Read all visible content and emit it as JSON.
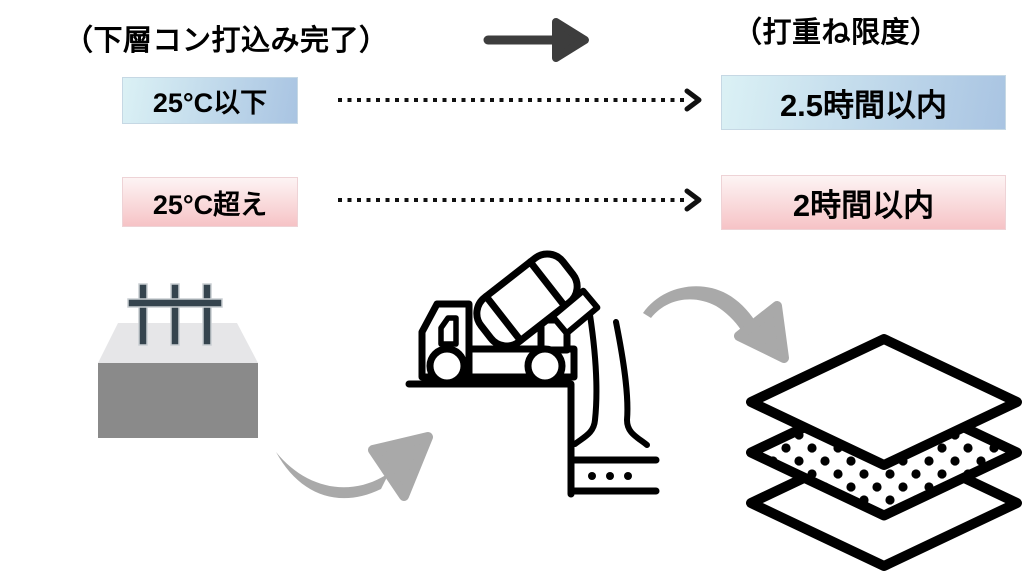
{
  "title_flow": {
    "left_label": "（下層コン打込み完了）",
    "right_label": "（打重ね限度）"
  },
  "limits": {
    "rows": [
      {
        "condition": "25°C以下",
        "limit": "2.5時間以内",
        "theme": "cold"
      },
      {
        "condition": "25°C超え",
        "limit": "2時間以内",
        "theme": "hot"
      }
    ]
  },
  "icons": {
    "flow_arrow": "arrow-right-icon",
    "dotted_arrow_row1": "dotted-arrow-right-icon",
    "dotted_arrow_row2": "dotted-arrow-right-icon",
    "slab": "concrete-slab-rebar-icon",
    "truck": "mixer-truck-pouring-icon",
    "curved_arrow_1": "curved-arrow-up-right-icon",
    "curved_arrow_2": "curved-arrow-down-right-icon",
    "layers": "stacked-concrete-layers-icon"
  },
  "colors": {
    "cold_gradient_start": "#dbf1f5",
    "cold_gradient_end": "#a9c4e2",
    "hot_gradient_start": "#fdf4f4",
    "hot_gradient_end": "#f6c3c6",
    "curved_arrow_gray": "#a9a9a9",
    "flow_arrow_dark": "#3d3d3d",
    "rebar_dark": "#35444e",
    "slab_top_gray": "#e6e6e8",
    "slab_front_gray": "#8a8a8a",
    "outline_black": "#000000"
  }
}
